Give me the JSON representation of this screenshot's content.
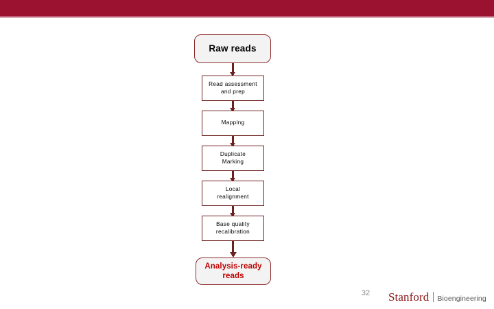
{
  "slide": {
    "banner_color": "#9b1130",
    "page_number": "32"
  },
  "flowchart": {
    "accent_color": "#6d2020",
    "terminal_fill": "#f3f3f3",
    "terminal_text_color": "#c00000",
    "nodes": [
      {
        "id": "raw-reads",
        "label": "Raw reads",
        "shape": "rounded-rect",
        "role": "start"
      },
      {
        "id": "read-assessment",
        "label": "Read assessment\nand prep",
        "shape": "rect",
        "role": "step"
      },
      {
        "id": "mapping",
        "label": "Mapping",
        "shape": "rect",
        "role": "step"
      },
      {
        "id": "duplicate-marking",
        "label": "Duplicate\nMarking",
        "shape": "rect",
        "role": "step"
      },
      {
        "id": "local-realignment",
        "label": "Local\nrealignment",
        "shape": "rect",
        "role": "step"
      },
      {
        "id": "base-quality-recalibration",
        "label": "Base quality\nrecalibration",
        "shape": "rect",
        "role": "step"
      },
      {
        "id": "analysis-ready-reads",
        "label": "Analysis-ready\nreads",
        "shape": "rounded-rect",
        "role": "end"
      }
    ]
  },
  "footer": {
    "page_number": "32",
    "logo": {
      "wordmark": "Stanford",
      "unit": "Bioengineering",
      "wordmark_color": "#8c1515"
    }
  }
}
